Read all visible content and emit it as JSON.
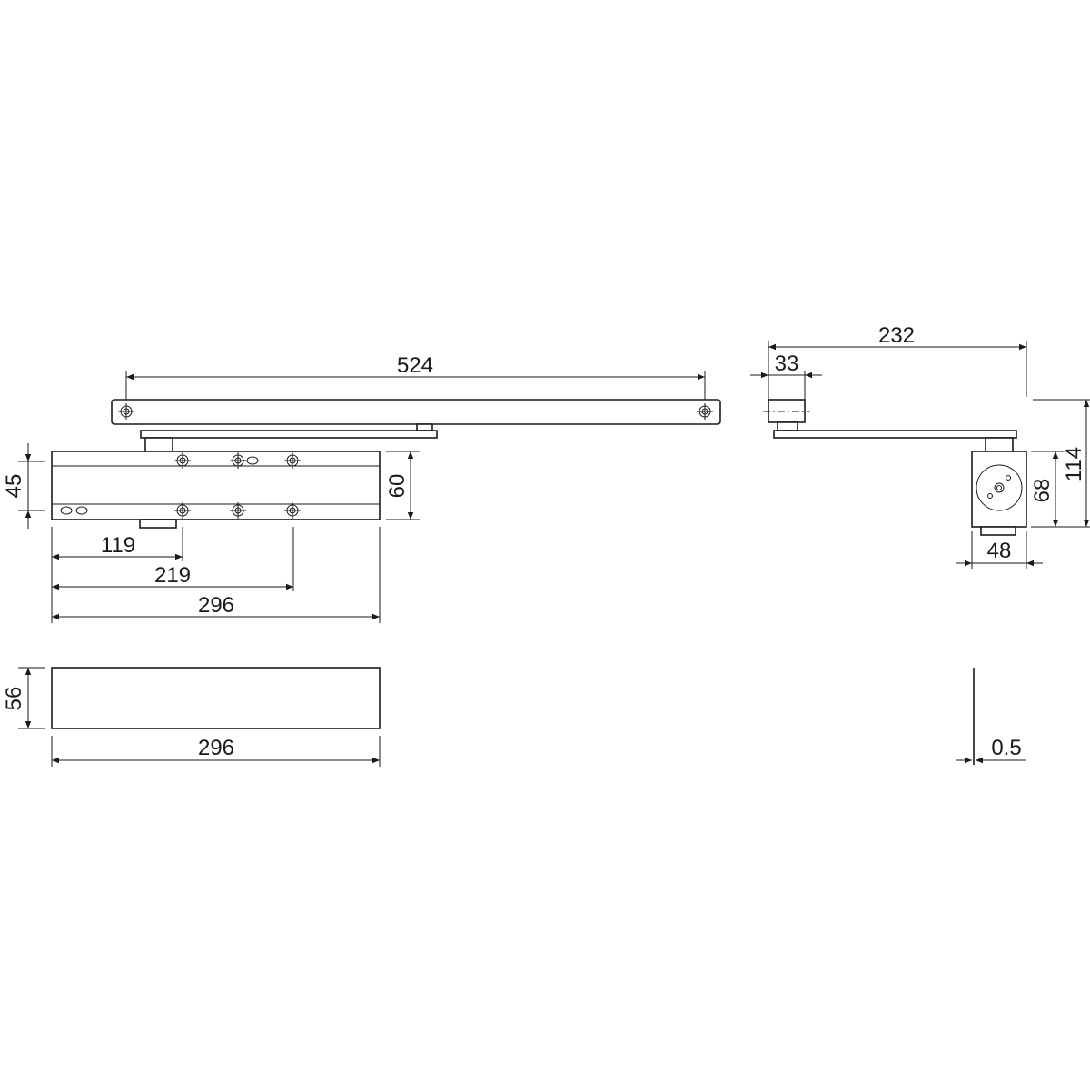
{
  "title": "Door closer dimension drawing",
  "dimensions": {
    "arm_length": "524",
    "mount_height": "45",
    "body_height": "60",
    "hole_1": "119",
    "hole_2": "219",
    "body_length": "296",
    "side_arm_reach": "232",
    "arm_shoe_width": "33",
    "side_body_height": "68",
    "total_height": "114",
    "body_depth": "48",
    "cover_height": "56",
    "cover_length": "296",
    "cover_offset": "0.5"
  },
  "colors": {
    "line": "#1a1a1a",
    "background": "#ffffff"
  }
}
